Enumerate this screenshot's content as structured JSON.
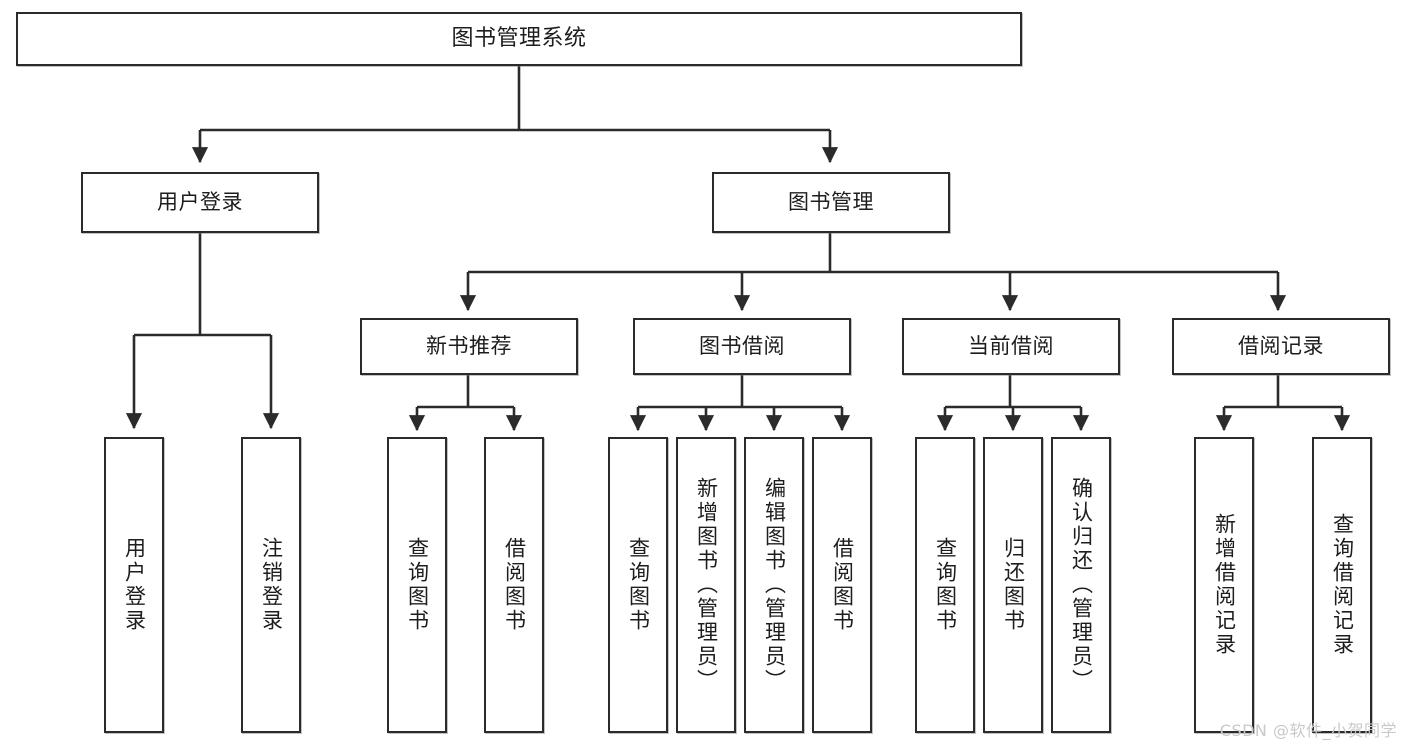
{
  "diagram": {
    "title": "图书管理系统",
    "type": "hierarchy-tree",
    "root": {
      "id": "root",
      "label": "图书管理系统"
    },
    "level1": [
      {
        "id": "user-login",
        "label": "用户登录"
      },
      {
        "id": "book-manage",
        "label": "图书管理"
      }
    ],
    "level2": [
      {
        "id": "new-book-rec",
        "label": "新书推荐",
        "parent": "book-manage"
      },
      {
        "id": "book-borrow",
        "label": "图书借阅",
        "parent": "book-manage"
      },
      {
        "id": "current-borrow",
        "label": "当前借阅",
        "parent": "book-manage"
      },
      {
        "id": "borrow-record",
        "label": "借阅记录",
        "parent": "book-manage"
      }
    ],
    "leaves": [
      {
        "id": "leaf-user-login",
        "label": "用户登录",
        "parent": "user-login"
      },
      {
        "id": "leaf-logout",
        "label": "注销登录",
        "parent": "user-login"
      },
      {
        "id": "leaf-query-book-rec",
        "label": "查询图书",
        "parent": "new-book-rec"
      },
      {
        "id": "leaf-borrow-book-rec",
        "label": "借阅图书",
        "parent": "new-book-rec"
      },
      {
        "id": "leaf-query-book-borrow",
        "label": "查询图书",
        "parent": "book-borrow"
      },
      {
        "id": "leaf-add-book",
        "label": "新增图书（管理员）",
        "parent": "book-borrow"
      },
      {
        "id": "leaf-edit-book",
        "label": "编辑图书（管理员）",
        "parent": "book-borrow"
      },
      {
        "id": "leaf-borrow-book",
        "label": "借阅图书",
        "parent": "book-borrow"
      },
      {
        "id": "leaf-query-book-cur",
        "label": "查询图书",
        "parent": "current-borrow"
      },
      {
        "id": "leaf-return-book",
        "label": "归还图书",
        "parent": "current-borrow"
      },
      {
        "id": "leaf-confirm-return",
        "label": "确认归还（管理员）",
        "parent": "current-borrow"
      },
      {
        "id": "leaf-add-record",
        "label": "新增借阅记录",
        "parent": "borrow-record"
      },
      {
        "id": "leaf-query-record",
        "label": "查询借阅记录",
        "parent": "borrow-record"
      }
    ]
  },
  "watermark": {
    "text": "CSDN @软件_小贺同学"
  },
  "colors": {
    "stroke": "#2b2b2b",
    "fill": "#ffffff",
    "text": "#1d1d1d",
    "watermark": "#c9c9c9"
  }
}
